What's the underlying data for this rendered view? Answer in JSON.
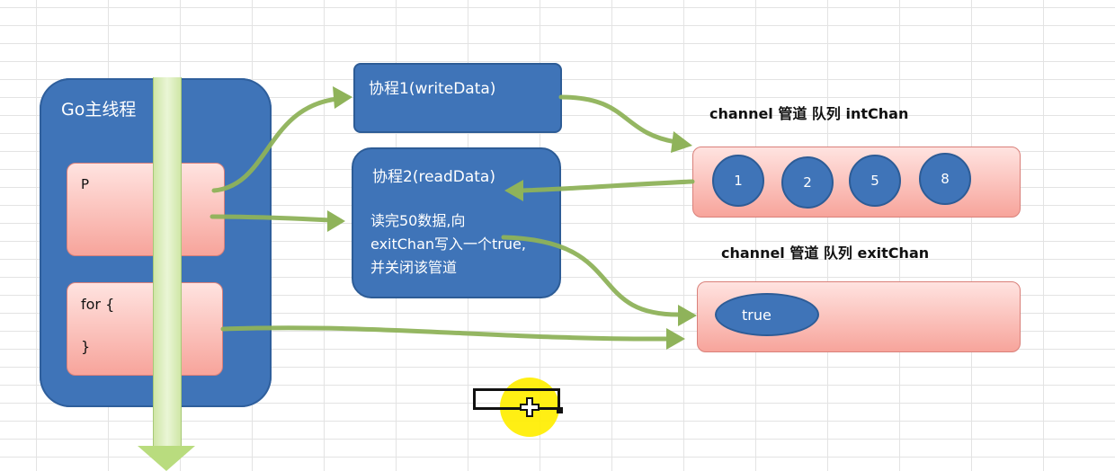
{
  "main_thread": {
    "title": "Go主线程",
    "p_block_label": "P",
    "for_block_open": "for {",
    "for_block_close": "}"
  },
  "goroutines": {
    "write": {
      "label": "协程1(writeData)"
    },
    "read": {
      "label": "协程2(readData)",
      "desc_lines": [
        "读完50数据,向",
        "exitChan写入一个true,",
        "并关闭该管道"
      ]
    }
  },
  "channels": {
    "int_chan": {
      "title": "channel 管道 队列 intChan",
      "items": [
        "1",
        "2",
        "5",
        "8"
      ]
    },
    "exit_chan": {
      "title": "channel 管道 队列 exitChan",
      "items": [
        "true"
      ]
    }
  },
  "colors": {
    "box_blue": "#3f74b8",
    "block_pink": "#f7a49b",
    "arrow_green": "#8fb35a",
    "thread_green": "#cfe6a6",
    "cursor_yellow": "#ffee00"
  }
}
